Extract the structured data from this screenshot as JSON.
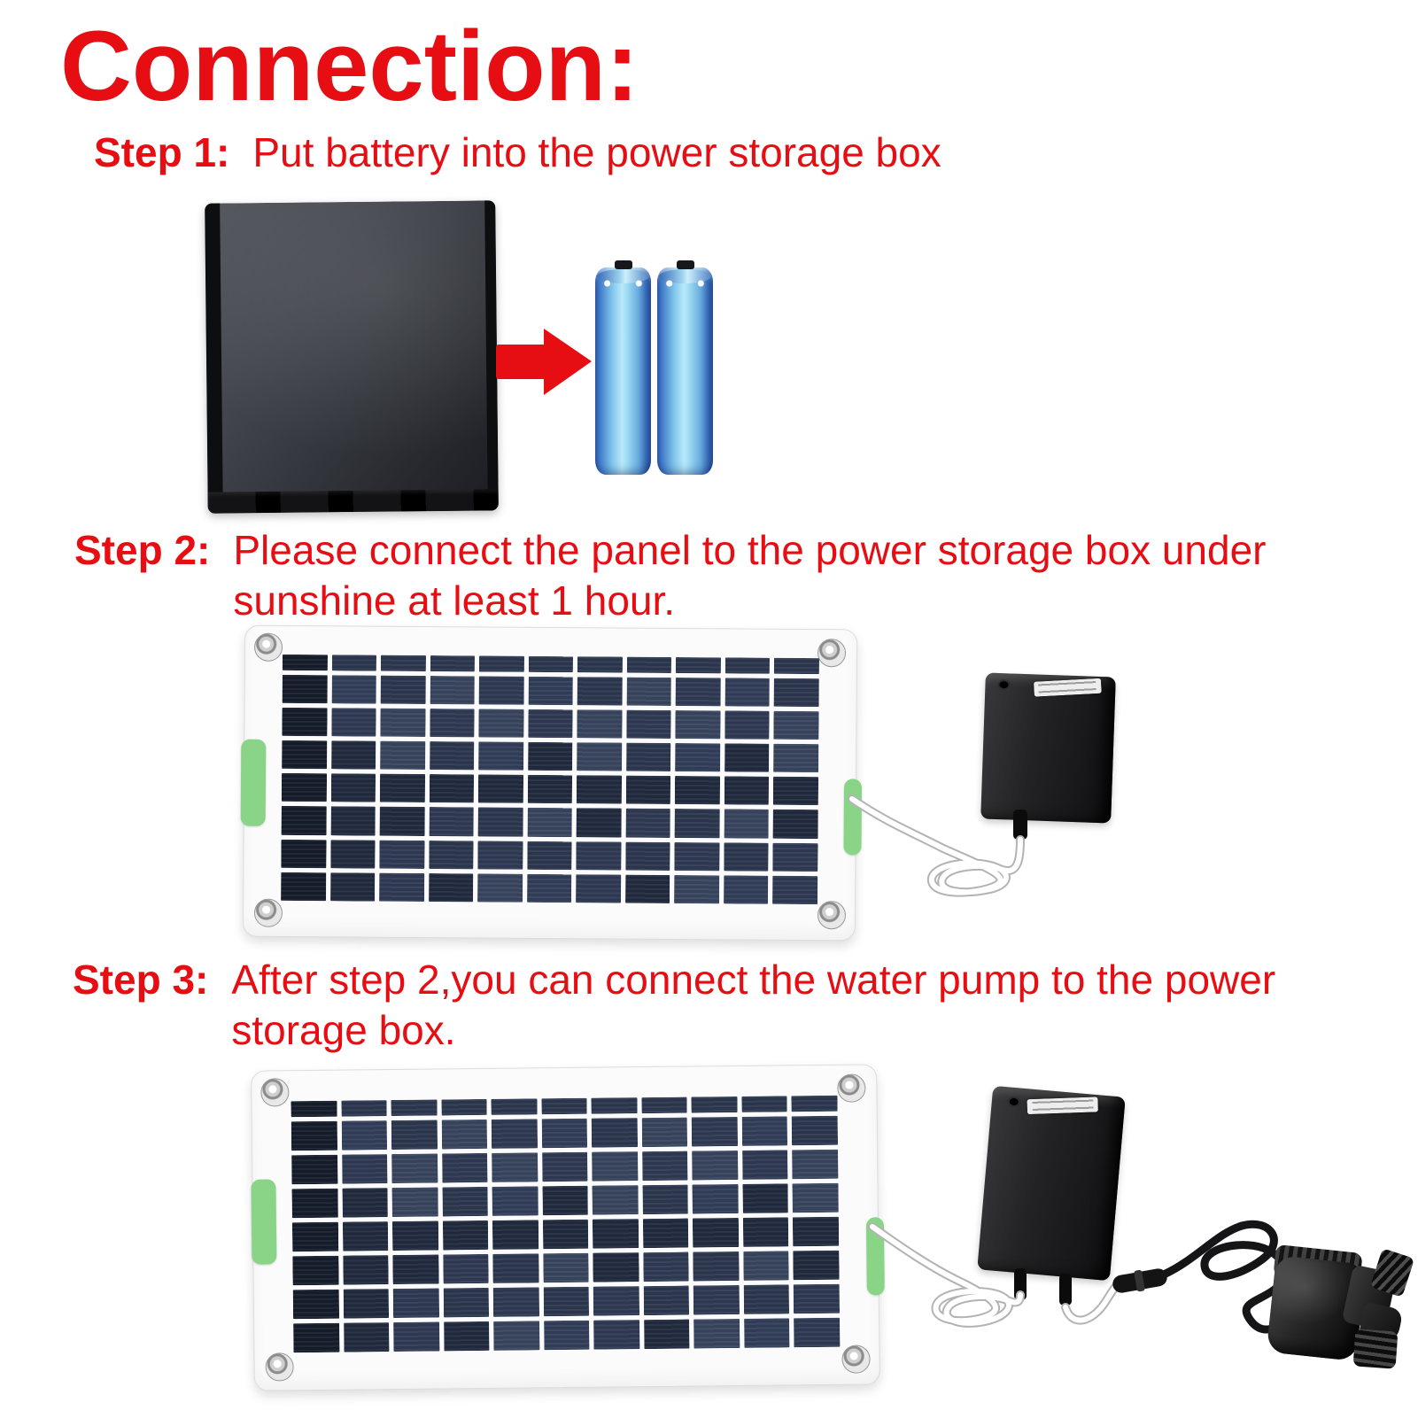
{
  "title": {
    "text": "Connection:"
  },
  "colors": {
    "red": "#e60d13",
    "green_tab": "#8ad488",
    "battery_blue_light": "#a5e0f7",
    "battery_blue_dark": "#2b549f",
    "box_black": "#1b1d21",
    "cell_palette": [
      "#2c3850",
      "#39465f",
      "#212b3e",
      "#2f3a54",
      "#333f5a"
    ],
    "cell_dark_column": "#161d2b"
  },
  "steps": [
    {
      "label": "Step 1:",
      "line1": "Put battery into the power storage box"
    },
    {
      "label": "Step 2:",
      "line1": "Please connect the panel to the power storage box under",
      "line2": "sunshine at least 1 hour."
    },
    {
      "label": "Step 3:",
      "line1": "After step 2,you can connect the water pump to the power",
      "line2": "storage box."
    }
  ],
  "figures": {
    "solar_panel": {
      "rows": 8,
      "cols": 11
    },
    "battery_count": 2
  }
}
